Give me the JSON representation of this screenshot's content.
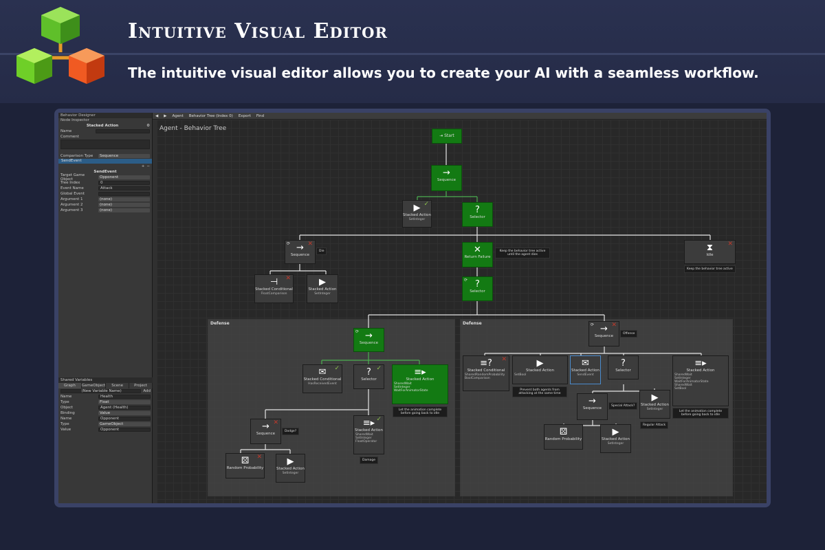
{
  "banner": {
    "title": "Intuitive Visual Editor",
    "subtitle": "The intuitive visual editor allows you to create your AI with a seamless workflow."
  },
  "inspector": {
    "window_tab": "Behavior Designer",
    "panel_title": "Node Inspector",
    "node_title": "Stacked Action",
    "name_label": "Name",
    "comment_label": "Comment",
    "comparison_label": "Comparison Type",
    "comparison_value": "Sequence",
    "selected_item": "SendEvent",
    "section_title": "SendEvent",
    "fields": [
      {
        "label": "Target Game Object",
        "value": "Opponent"
      },
      {
        "label": "Tree Index",
        "value": "0"
      },
      {
        "label": "Event Name",
        "value": "Attack"
      },
      {
        "label": "Global Event",
        "value": ""
      },
      {
        "label": "Argument 1",
        "value": "(none)"
      },
      {
        "label": "Argument 2",
        "value": "(none)"
      },
      {
        "label": "Argument 3",
        "value": "(none)"
      }
    ]
  },
  "shared_vars": {
    "title": "Shared Variables",
    "tabs": [
      "Graph",
      "GameObject",
      "Scene",
      "Project"
    ],
    "new_placeholder": "(New Variable Name)",
    "add_label": "Add",
    "var1": {
      "name_label": "Name",
      "name": "Health",
      "type_label": "Type",
      "type": "Float",
      "object_label": "Object",
      "object": "Agent (Health)",
      "binding_label": "Binding",
      "binding": "Value"
    },
    "var2": {
      "name_label": "Name",
      "name": "Opponent",
      "type_label": "Type",
      "type": "GameObject",
      "value_label": "Value",
      "value": "Opponent"
    }
  },
  "toolbar": {
    "agent": "Agent",
    "tree": "Behavior Tree (Index 0)",
    "export": "Export",
    "find": "Find"
  },
  "canvas_title": "Agent - Behavior Tree",
  "groups": {
    "left": "Defense",
    "right": "Defense"
  },
  "nodes": {
    "start": "Start",
    "seq1": "Sequence",
    "stacked_top": {
      "name": "Stacked Action",
      "sub": "SetInteger"
    },
    "selector_top": "Selector",
    "seq_die": "Sequence",
    "die_tip": "Die",
    "ret_fail": "Return Failure",
    "ret_tip": "Keep the behavior tree active until the agent dies",
    "idle": "Idle",
    "idle_tip": "Keep the behavior tree active",
    "stacked_cond1": {
      "name": "Stacked Conditional",
      "sub": "FloatComparison"
    },
    "stacked_act1": {
      "name": "Stacked Action",
      "sub": "SetInteger"
    },
    "selector_mid": "Selector",
    "l_seq": "Sequence",
    "l_cond": {
      "name": "Stacked Conditional",
      "sub": "HasReceivedEvent"
    },
    "l_sel": "Selector",
    "l_act_green": {
      "name": "Stacked Action",
      "sub": "SharedWait\nSetInteger\nWaitForAnimatorState"
    },
    "l_act_green_tip": "Let the animation complete before going back to idle",
    "l_seq2": "Sequence",
    "dodge_tip": "Dodge?",
    "l_act2": {
      "name": "Stacked Action",
      "sub": "SharedWait\nSetInteger\nFloatOperator"
    },
    "damage_tip": "Damage",
    "l_rand": "Random Probability",
    "l_act3": {
      "name": "Stacked Action",
      "sub": "SetInteger"
    },
    "r_seq": "Sequence",
    "offense_tip": "Offense",
    "r_cond": {
      "name": "Stacked Conditional",
      "sub": "SharedRandomProbability\nBoolComparison"
    },
    "r_act1": {
      "name": "Stacked Action",
      "sub": "SetBool"
    },
    "r_act1_tip": "Prevent both agents from attacking at the same time",
    "r_send": {
      "name": "Stacked Action",
      "sub": "SendEvent"
    },
    "r_sel": "Selector",
    "r_act_big": {
      "name": "Stacked Action",
      "sub": "SharedWait\nSetInteger\nWaitForAnimatorState\nSharedWait\nSetBool"
    },
    "r_act_big_tip": "Let the animation complete before going back to idle",
    "r_seq2": "Sequence",
    "special_tip": "Special Attack?",
    "r_act2": {
      "name": "Stacked Action",
      "sub": "SetInteger"
    },
    "regular_tip": "Regular Attack",
    "r_rand": "Random Probability",
    "r_act3": {
      "name": "Stacked Action",
      "sub": "SetInteger"
    }
  }
}
